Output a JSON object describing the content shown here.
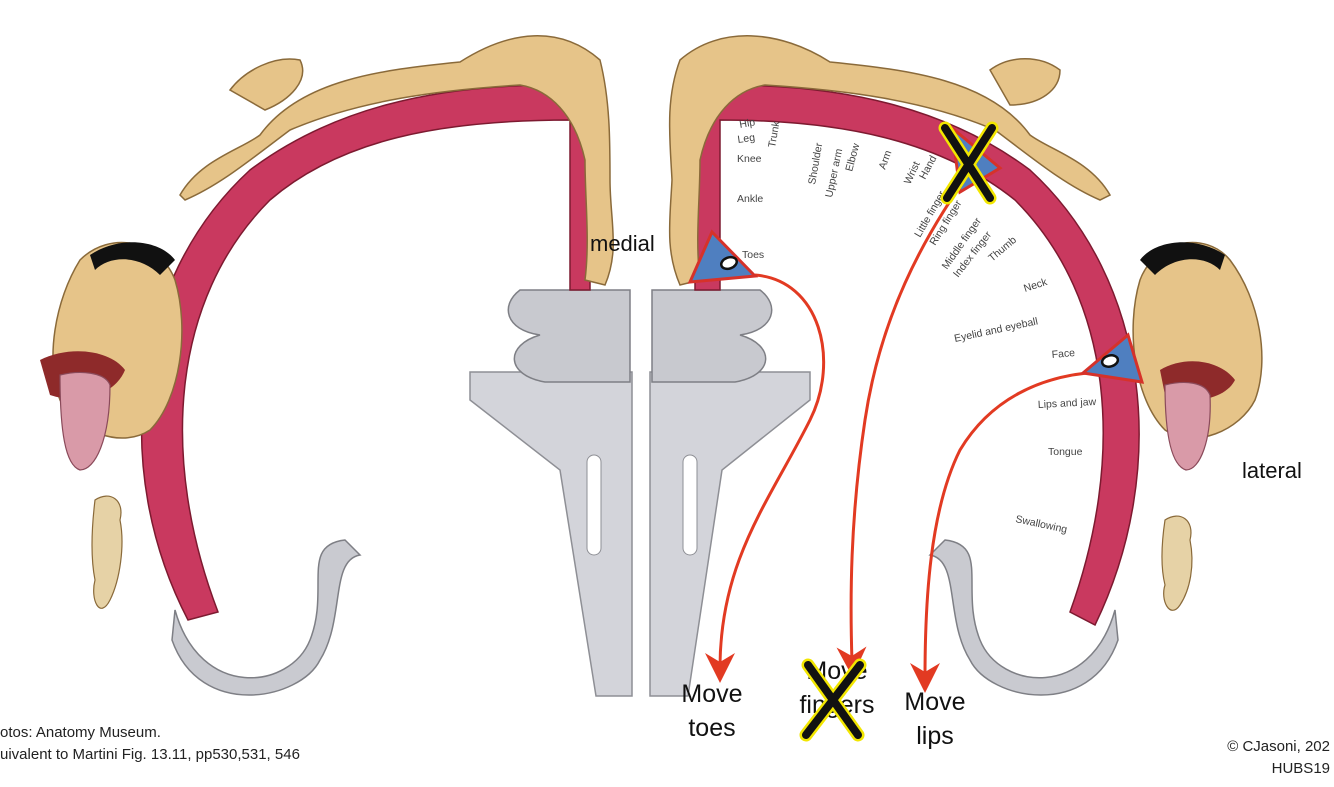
{
  "labels": {
    "medial": "medial",
    "lateral": "lateral",
    "move_toes": [
      "Move",
      "toes"
    ],
    "move_fingers": [
      "Move",
      "fingers"
    ],
    "move_lips": [
      "Move",
      "lips"
    ]
  },
  "homunculus": [
    "Hip",
    "Leg",
    "Trunk",
    "Knee",
    "Shoulder",
    "Upper arm",
    "Elbow",
    "Arm",
    "Wrist",
    "Hand",
    "Little finger",
    "Ring finger",
    "Middle finger",
    "Index finger",
    "Thumb",
    "Ankle",
    "Toes",
    "Neck",
    "Eyelid and eyeball",
    "Face",
    "Lips and jaw",
    "Tongue",
    "Swallowing"
  ],
  "footer": {
    "line1": "otos: Anatomy Museum.",
    "line2": "uivalent to Martini Fig. 13.11, pp530,531, 546",
    "copyright": "© CJasoni, 202",
    "course": "HUBS19"
  },
  "colors": {
    "cortex": "#c9395f",
    "skin": "#e6c489",
    "white_matter": "#cfd0d6",
    "arrow": "#e23a22",
    "triangle": "#4f7fc0",
    "cross": "#111111",
    "cross_outline": "#f2e600"
  }
}
